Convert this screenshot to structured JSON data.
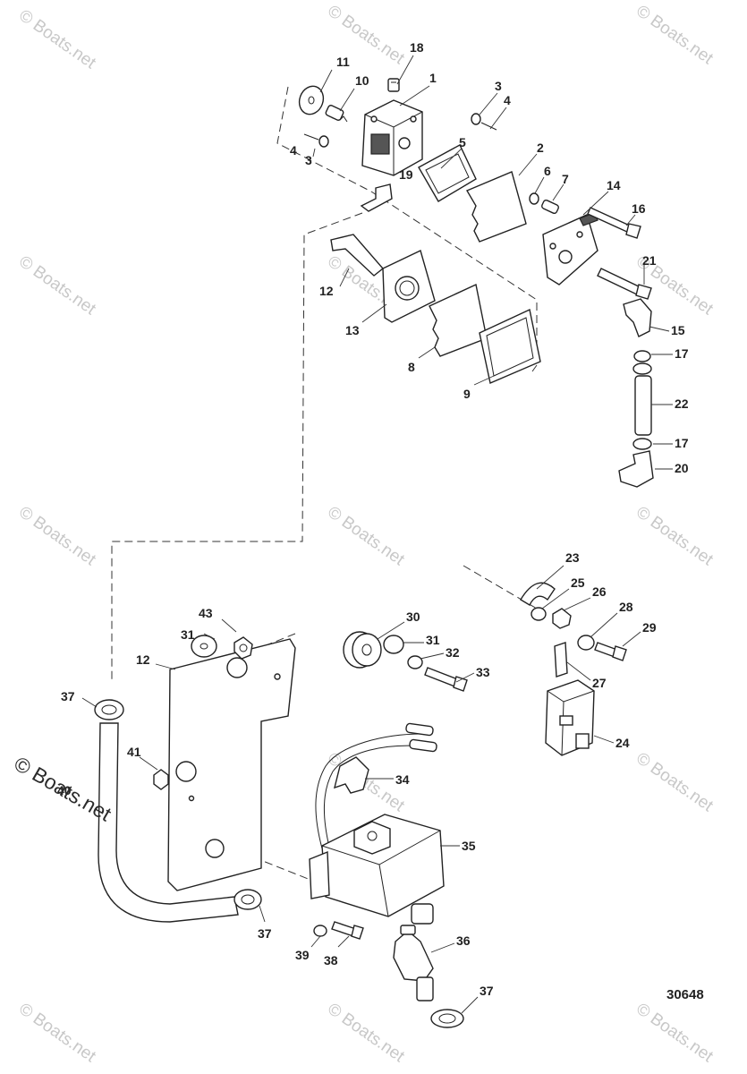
{
  "diagram": {
    "drawing_number": "30648",
    "watermark_text": "© Boats.net",
    "callouts": [
      "1",
      "2",
      "3",
      "4",
      "5",
      "6",
      "7",
      "8",
      "9",
      "10",
      "11",
      "12",
      "13",
      "14",
      "15",
      "16",
      "17",
      "18",
      "19",
      "20",
      "21",
      "22",
      "23",
      "24",
      "25",
      "26",
      "27",
      "28",
      "29",
      "30",
      "31",
      "32",
      "33",
      "34",
      "35",
      "36",
      "37",
      "38",
      "39",
      "40",
      "41",
      "43"
    ]
  },
  "colors": {
    "ink": "#222222",
    "watermark": "#c8c8c8",
    "background": "#ffffff"
  }
}
